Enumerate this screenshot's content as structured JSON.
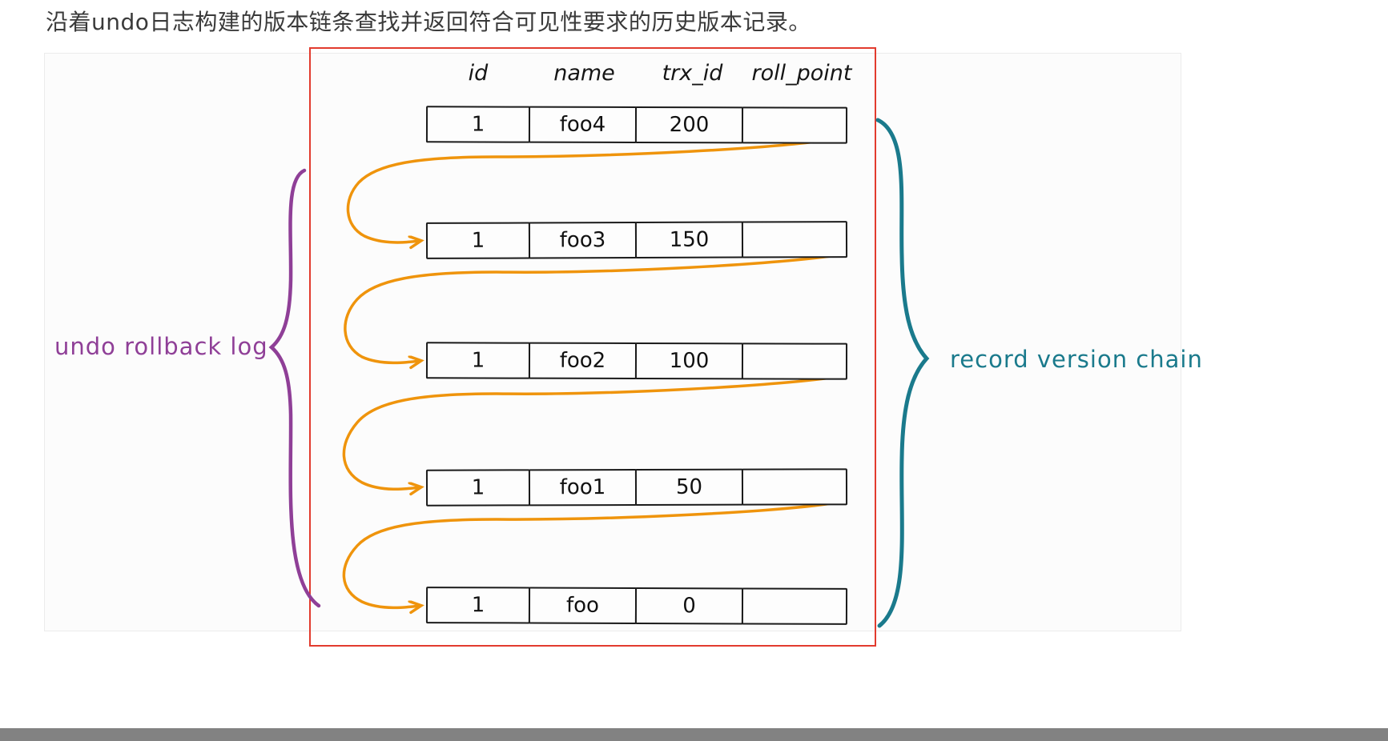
{
  "title": "沿着undo日志构建的版本链条查找并返回符合可见性要求的历史版本记录。",
  "diagram": {
    "left_label": "undo rollback log",
    "right_label": "record version chain",
    "table": {
      "headers": [
        "id",
        "name",
        "trx_id",
        "roll_point"
      ],
      "rows": [
        {
          "id": "1",
          "name": "foo4",
          "trx_id": "200",
          "roll_point": ""
        },
        {
          "id": "1",
          "name": "foo3",
          "trx_id": "150",
          "roll_point": ""
        },
        {
          "id": "1",
          "name": "foo2",
          "trx_id": "100",
          "roll_point": ""
        },
        {
          "id": "1",
          "name": "foo1",
          "trx_id": "50",
          "roll_point": ""
        },
        {
          "id": "1",
          "name": "foo",
          "trx_id": "0",
          "roll_point": ""
        }
      ]
    },
    "colors": {
      "arrow": "#ef940c",
      "left_brace": "#8f3f97",
      "right_brace": "#1a7a8c",
      "highlight_box": "#e23b2e",
      "table_border": "#1b1b1b"
    }
  }
}
